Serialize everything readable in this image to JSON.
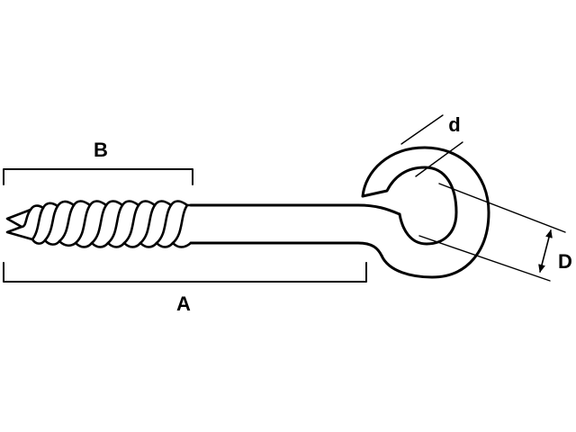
{
  "labels": {
    "thread_length": "B",
    "total_length": "A",
    "wire_diameter": "d",
    "eye_inner_diameter": "D"
  },
  "colors": {
    "line": "#000000",
    "background": "#ffffff"
  }
}
